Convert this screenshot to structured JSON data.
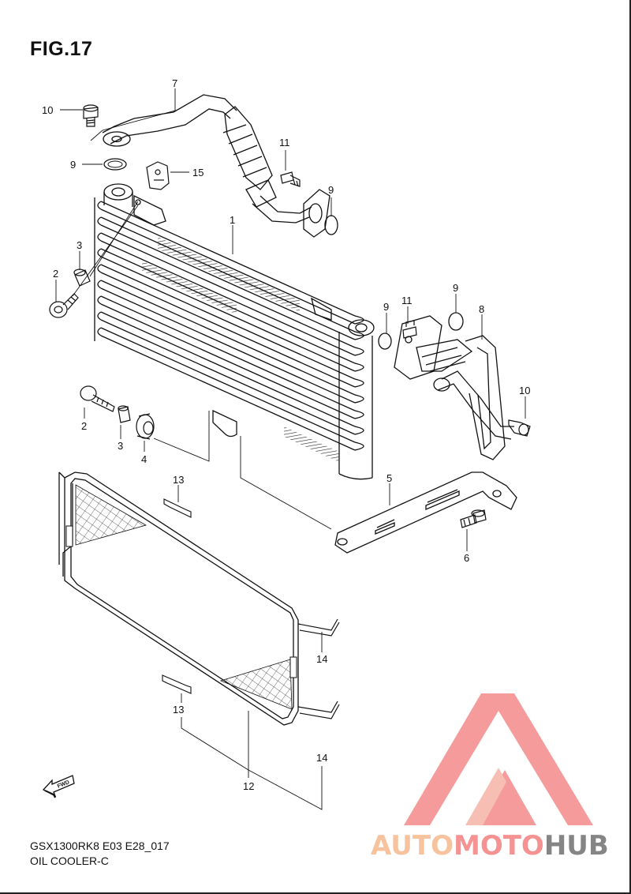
{
  "figure": {
    "title": "FIG.17",
    "model_code": "GSX1300RK8 E03 E28_017",
    "section_name": "OIL COOLER-C"
  },
  "fwd_arrow_label": "FWD",
  "watermark": {
    "part1": "AUTO",
    "part2": "MOTO",
    "part3": "HUB",
    "color_light": "#f5b78f",
    "color_mid": "#f47f7f",
    "color_dark": "#6b6b6b"
  },
  "callouts": [
    {
      "id": "c10a",
      "text": "10"
    },
    {
      "id": "c7",
      "text": "7"
    },
    {
      "id": "c9a",
      "text": "9"
    },
    {
      "id": "c15",
      "text": "15"
    },
    {
      "id": "c11a",
      "text": "11"
    },
    {
      "id": "c9b",
      "text": "9"
    },
    {
      "id": "c1",
      "text": "1"
    },
    {
      "id": "c3a",
      "text": "3"
    },
    {
      "id": "c2a",
      "text": "2"
    },
    {
      "id": "c9c",
      "text": "9"
    },
    {
      "id": "c11b",
      "text": "11"
    },
    {
      "id": "c9d",
      "text": "9"
    },
    {
      "id": "c8",
      "text": "8"
    },
    {
      "id": "c10b",
      "text": "10"
    },
    {
      "id": "c2b",
      "text": "2"
    },
    {
      "id": "c3b",
      "text": "3"
    },
    {
      "id": "c4",
      "text": "4"
    },
    {
      "id": "c5",
      "text": "5"
    },
    {
      "id": "c13a",
      "text": "13"
    },
    {
      "id": "c6",
      "text": "6"
    },
    {
      "id": "c14a",
      "text": "14"
    },
    {
      "id": "c13b",
      "text": "13"
    },
    {
      "id": "c14b",
      "text": "14"
    },
    {
      "id": "c12",
      "text": "12"
    }
  ]
}
